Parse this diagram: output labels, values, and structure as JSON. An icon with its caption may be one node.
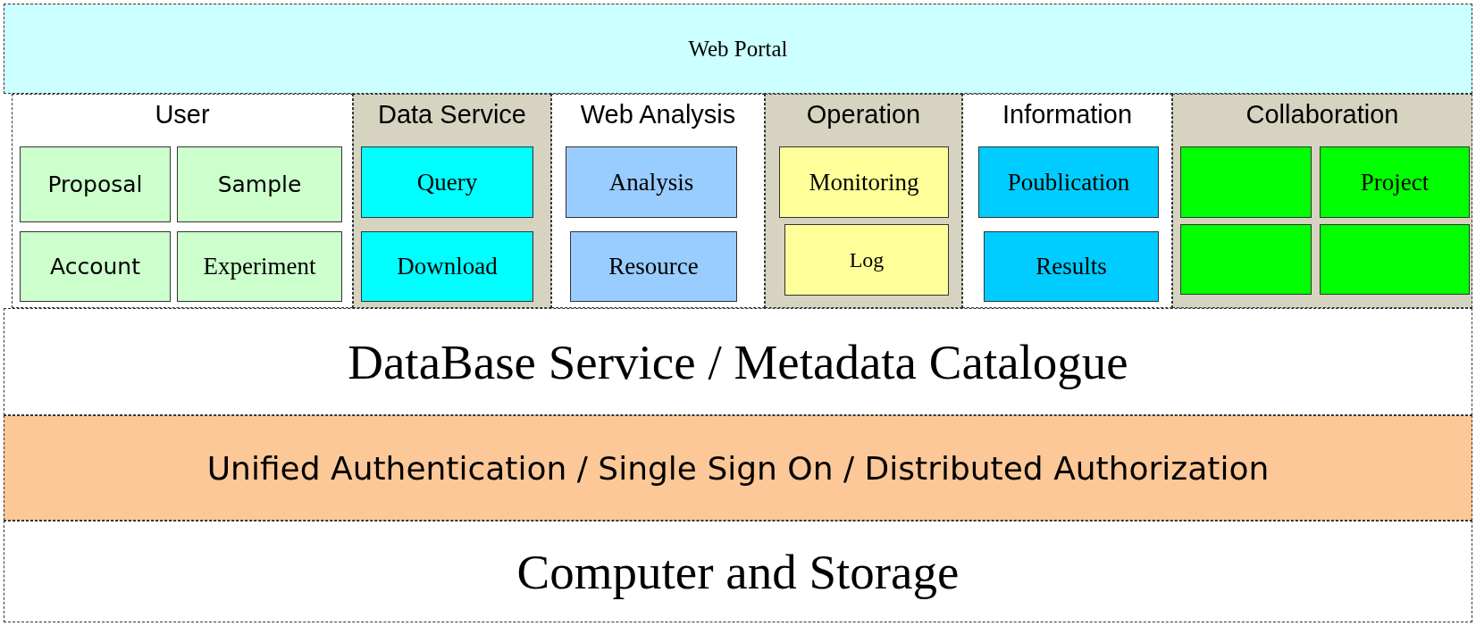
{
  "diagram": {
    "nodes": [
      {
        "text": [
          "Web Portal"
        ]
      },
      {
        "text": [
          "User"
        ]
      },
      {
        "text": [
          "Proposal"
        ],
        "in": 1
      },
      {
        "text": [
          "Sample"
        ],
        "in": 1
      },
      {
        "text": [
          "Account"
        ],
        "in": 1
      },
      {
        "text": [
          "Experiment"
        ],
        "in": 1
      },
      {
        "text": [
          "Data Service"
        ]
      },
      {
        "text": [
          "Query"
        ],
        "in": 6
      },
      {
        "text": [
          "Download"
        ],
        "in": 6
      },
      {
        "text": [
          "Web Analysis"
        ]
      },
      {
        "text": [
          "Analysis"
        ],
        "in": 9
      },
      {
        "text": [
          "Resource"
        ],
        "in": 9
      },
      {
        "text": [
          "Operation"
        ]
      },
      {
        "text": [
          "Monitoring"
        ],
        "in": 12
      },
      {
        "text": [
          "Log"
        ],
        "in": 12
      },
      {
        "text": [
          "Information"
        ]
      },
      {
        "text": [
          "Poublication"
        ],
        "in": 15
      },
      {
        "text": [
          "Results"
        ],
        "in": 15
      },
      {
        "text": [
          "Collaboration"
        ]
      },
      {
        "text": [],
        "shape": "box",
        "in": 18
      },
      {
        "text": [
          "Project"
        ],
        "in": 18
      },
      {
        "text": [],
        "shape": "box",
        "in": 18
      },
      {
        "text": [],
        "shape": "box",
        "in": 18
      },
      {
        "text": [
          "DataBase Service / Metadata Catalogue"
        ]
      },
      {
        "text": [
          "Unified Authentication / Single Sign On / Distributed Authorization"
        ]
      },
      {
        "text": [
          "Computer and Storage"
        ]
      }
    ]
  }
}
